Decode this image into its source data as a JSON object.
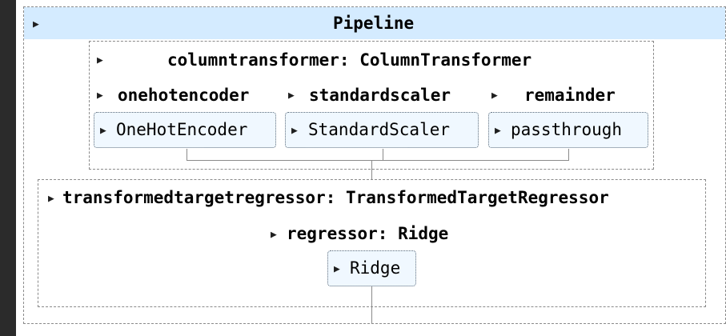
{
  "pipeline": {
    "title": "Pipeline",
    "column_transformer": {
      "title": "columntransformer: ColumnTransformer",
      "branches": [
        {
          "name": "onehotencoder",
          "estimator": "OneHotEncoder"
        },
        {
          "name": "standardscaler",
          "estimator": "StandardScaler"
        },
        {
          "name": "remainder",
          "estimator": "passthrough"
        }
      ]
    },
    "target_regressor": {
      "title": "transformedtargetregressor: TransformedTargetRegressor",
      "regressor_title": "regressor: Ridge",
      "estimator": "Ridge"
    }
  },
  "icons": {
    "toggle": "triangle-right-icon"
  }
}
